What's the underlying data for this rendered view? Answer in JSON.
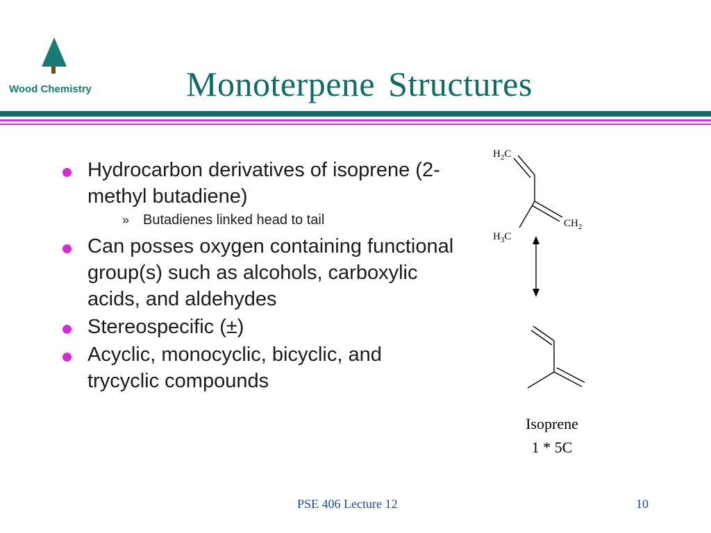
{
  "logo": {
    "text": "Wood Chemistry",
    "icon": "pine-tree-icon",
    "color": "#1a7a74"
  },
  "title": "Monoterpene  Structures",
  "colors": {
    "title": "#0f6b66",
    "bullet": "#d52bd5",
    "rule_teal": "#116a66",
    "rule_magenta": "#cc33cc",
    "footer": "#1a4d99"
  },
  "bullets": [
    {
      "text": "Hydrocarbon derivatives of isoprene (2-methyl butadiene)",
      "sub": {
        "marker": "»",
        "text": "Butadienes linked head to tail"
      }
    },
    {
      "text": "Can posses oxygen containing functional group(s) such as alcohols, carboxylic acids, and aldehydes"
    },
    {
      "text": "Stereospecific (±)"
    },
    {
      "text": "Acyclic, monocyclic, bicyclic, and trycyclic compounds"
    }
  ],
  "diagram": {
    "top_structure": {
      "label_h2c": {
        "main": "H",
        "sub": "2",
        "tail": "C"
      },
      "label_ch2": {
        "main": "CH",
        "sub": "2"
      },
      "label_h3c": {
        "main": "H",
        "sub": "3",
        "tail": "C"
      }
    },
    "arrow": "double-headed-arrow-icon",
    "caption_name": "Isoprene",
    "caption_formula": "1 * 5C"
  },
  "footer": {
    "center": "PSE 406 Lecture 12",
    "page": "10"
  }
}
